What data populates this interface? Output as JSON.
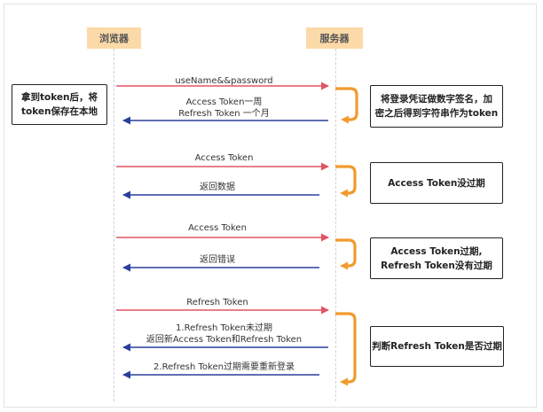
{
  "actors": {
    "browser": "浏览器",
    "server": "服务器"
  },
  "left_note": {
    "line1": "拿到token后，将",
    "line2": "token保存在本地"
  },
  "messages": {
    "m1": "useName&&password",
    "m2_line1": "Access Token一周",
    "m2_line2": "Refresh Token 一个月",
    "m3": "Access Token",
    "m4": "返回数据",
    "m5": "Access Token",
    "m6": "返回错误",
    "m7": "Refresh Token",
    "m8_line1": "1.Refresh Token未过期",
    "m8_line2": "返回新Access Token和Refresh Token",
    "m9": "2.Refresh Token过期需要重新登录"
  },
  "notes": {
    "n1_line1": "将登录凭证做数字签名，加",
    "n1_line2": "密之后得到字符串作为token",
    "n2": "Access Token没过期",
    "n3_line1": "Access Token过期,",
    "n3_line2": "Refresh Token没有过期",
    "n4": "判断Refresh Token是否过期"
  },
  "colors": {
    "request_arrow": "#e05562",
    "response_arrow": "#2a3f9c",
    "self_call": "#f29a2e",
    "actor_fill": "#fcd9a8"
  }
}
